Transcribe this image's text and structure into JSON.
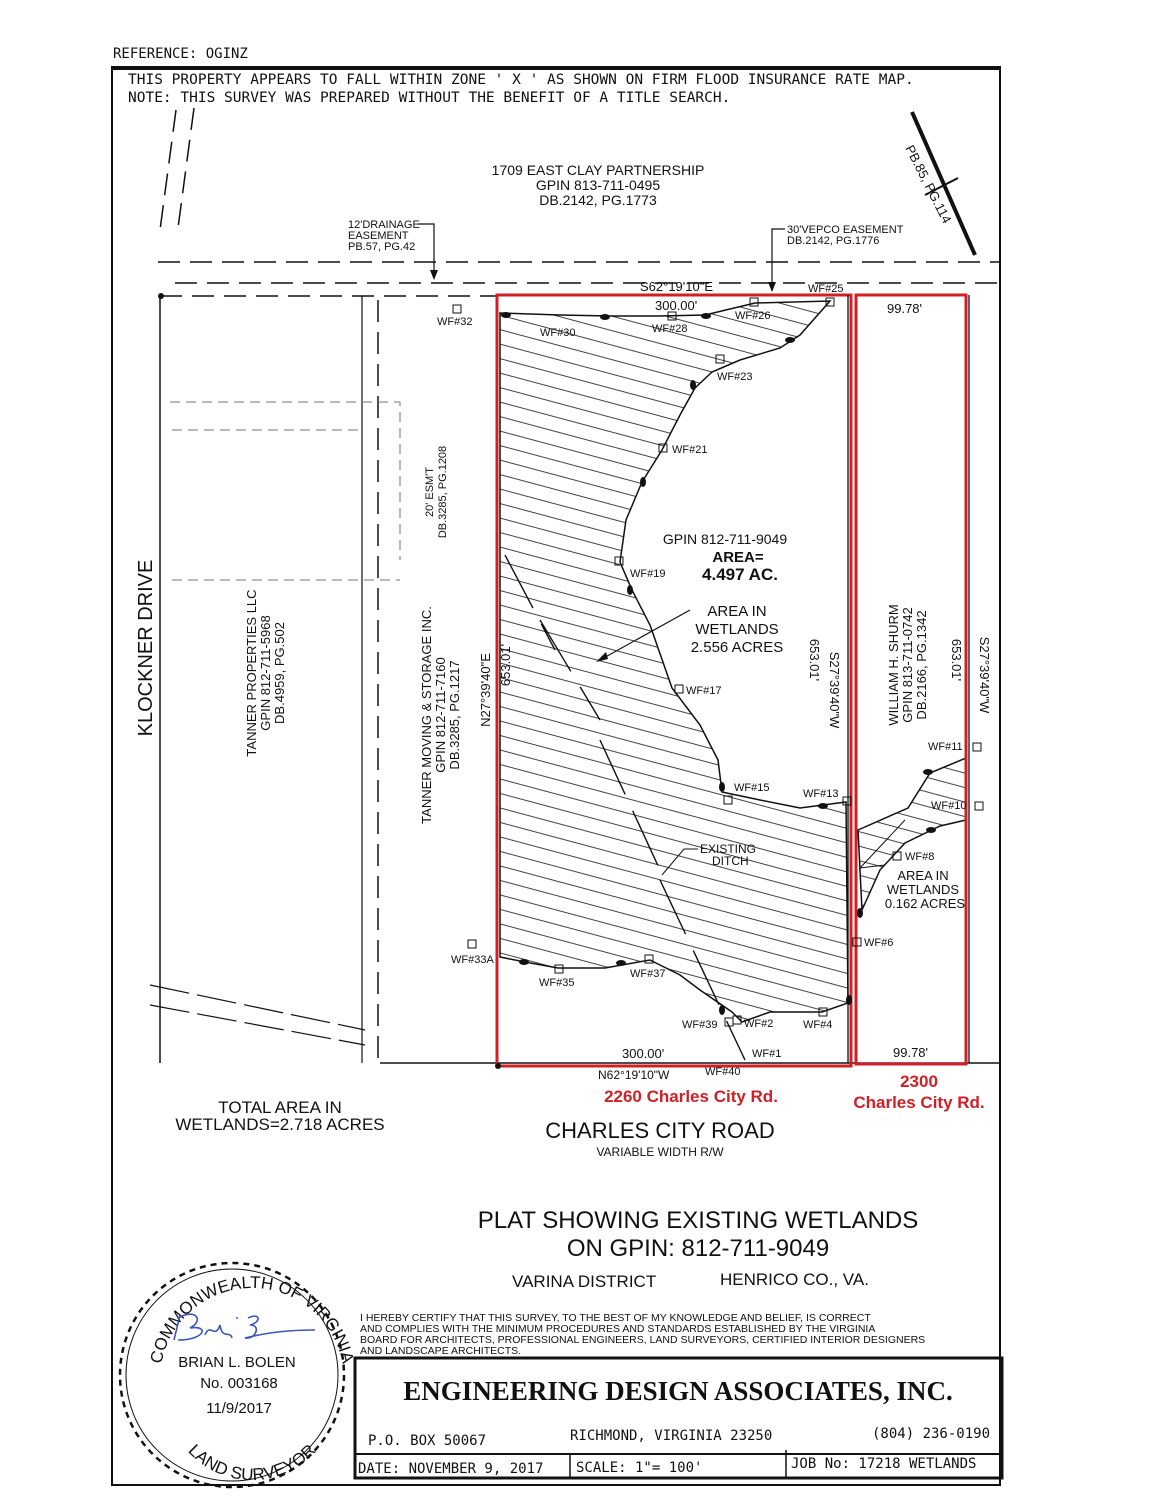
{
  "reference": "REFERENCE:  OGINZ",
  "notes": {
    "flood_zone": "THIS PROPERTY APPEARS TO FALL WITHIN ZONE ' X ' AS SHOWN ON FIRM FLOOD INSURANCE RATE MAP.",
    "title_search": "NOTE: THIS SURVEY WAS PREPARED WITHOUT THE BENEFIT OF A TITLE SEARCH."
  },
  "north_owner": [
    "1709 EAST CLAY PARTNERSHIP",
    "GPIN 813-711-0495",
    "DB.2142, PG.1773"
  ],
  "plat_ref": "PB.85, PG.114",
  "drainage_easement": [
    "12'DRAINAGE",
    "EASEMENT",
    "PB.57, PG.42"
  ],
  "vepco_easement": [
    "30'VEPCO EASEMENT",
    "DB.2142, PG.1776"
  ],
  "bearings": {
    "north": "S62°19'10\"E",
    "south": "N62°19'10\"W",
    "west": "N27°39'40\"E",
    "east": "S27°39'40\"W",
    "east_strip": "S27°39'40\"W"
  },
  "distances": {
    "north_main": "300.00'",
    "north_strip": "99.78'",
    "south_main": "300.00'",
    "south_strip": "99.78'",
    "west": "653.01'",
    "east": "653.01'",
    "east_strip": "653.01'"
  },
  "road_west": "KLOCKNER DRIVE",
  "tanner_properties": [
    "TANNER PROPERTIES LLC",
    "GPIN 812-711-5968",
    "DB.4959, PG.502"
  ],
  "tanner_moving": [
    "TANNER MOVING & STORAGE INC.",
    "GPIN 812-711-7160",
    "DB.3285, PG.1217"
  ],
  "esmt": [
    "20' ESM'T",
    "DB.3285, PG.1208"
  ],
  "subject": {
    "gpin": "GPIN 812-711-9049",
    "area_label": "AREA=",
    "area": "4.497 AC."
  },
  "wetlands_main": [
    "AREA IN",
    "WETLANDS",
    "2.556 ACRES"
  ],
  "wetlands_strip": [
    "AREA IN",
    "WETLANDS",
    "0.162 ACRES"
  ],
  "ditch": [
    "EXISTING",
    "DITCH"
  ],
  "shurm": [
    "WILLIAM H. SHURM",
    "GPIN 813-711-0742",
    "DB.2166, PG.1342"
  ],
  "wf_flags": [
    "WF#32",
    "WF#30",
    "WF#28",
    "WF#26",
    "WF#25",
    "WF#23",
    "WF#21",
    "WF#19",
    "WF#17",
    "WF#15",
    "WF#13",
    "WF#11",
    "WF#10",
    "WF#8",
    "WF#6",
    "WF#33A",
    "WF#35",
    "WF#37",
    "WF#39",
    "WF#2",
    "WF#4",
    "WF#1",
    "WF#40"
  ],
  "addresses": {
    "main": "2260 Charles City Rd.",
    "strip_1": "2300",
    "strip_2": "Charles City Rd."
  },
  "total_wetlands": [
    "TOTAL AREA IN",
    "WETLANDS=2.718 ACRES"
  ],
  "road_south": "CHARLES CITY ROAD",
  "road_south_sub": "VARIABLE WIDTH R/W",
  "title": [
    "PLAT SHOWING EXISTING WETLANDS",
    "ON GPIN: 812-711-9049"
  ],
  "district": "VARINA DISTRICT",
  "county": "HENRICO CO., VA.",
  "certification": [
    "I HEREBY CERTIFY THAT THIS SURVEY, TO THE BEST OF MY KNOWLEDGE AND BELIEF, IS CORRECT",
    "AND COMPLIES WITH THE MINIMUM PROCEDURES AND STANDARDS ESTABLISHED BY THE VIRGINIA",
    "BOARD FOR ARCHITECTS, PROFESSIONAL ENGINEERS, LAND SURVEYORS, CERTIFIED INTERIOR DESIGNERS",
    "AND LANDSCAPE ARCHITECTS."
  ],
  "seal": {
    "top": "COMMONWEALTH OF VIRGINIA",
    "bottom": "LAND SURVEYOR",
    "name": "BRIAN L. BOLEN",
    "number": "No. 003168",
    "date": "11/9/2017"
  },
  "title_block": {
    "company": "ENGINEERING DESIGN ASSOCIATES, INC.",
    "po_box": "P.O.  BOX 50067",
    "city": "RICHMOND,  VIRGINIA 23250",
    "phone": "(804)  236-0190",
    "date": "DATE: NOVEMBER 9, 2017",
    "scale": "SCALE: 1\"= 100'",
    "job": "JOB No: 17218 WETLANDS"
  },
  "colors": {
    "highlight": "#d21f26",
    "signature": "#3a55b8"
  }
}
